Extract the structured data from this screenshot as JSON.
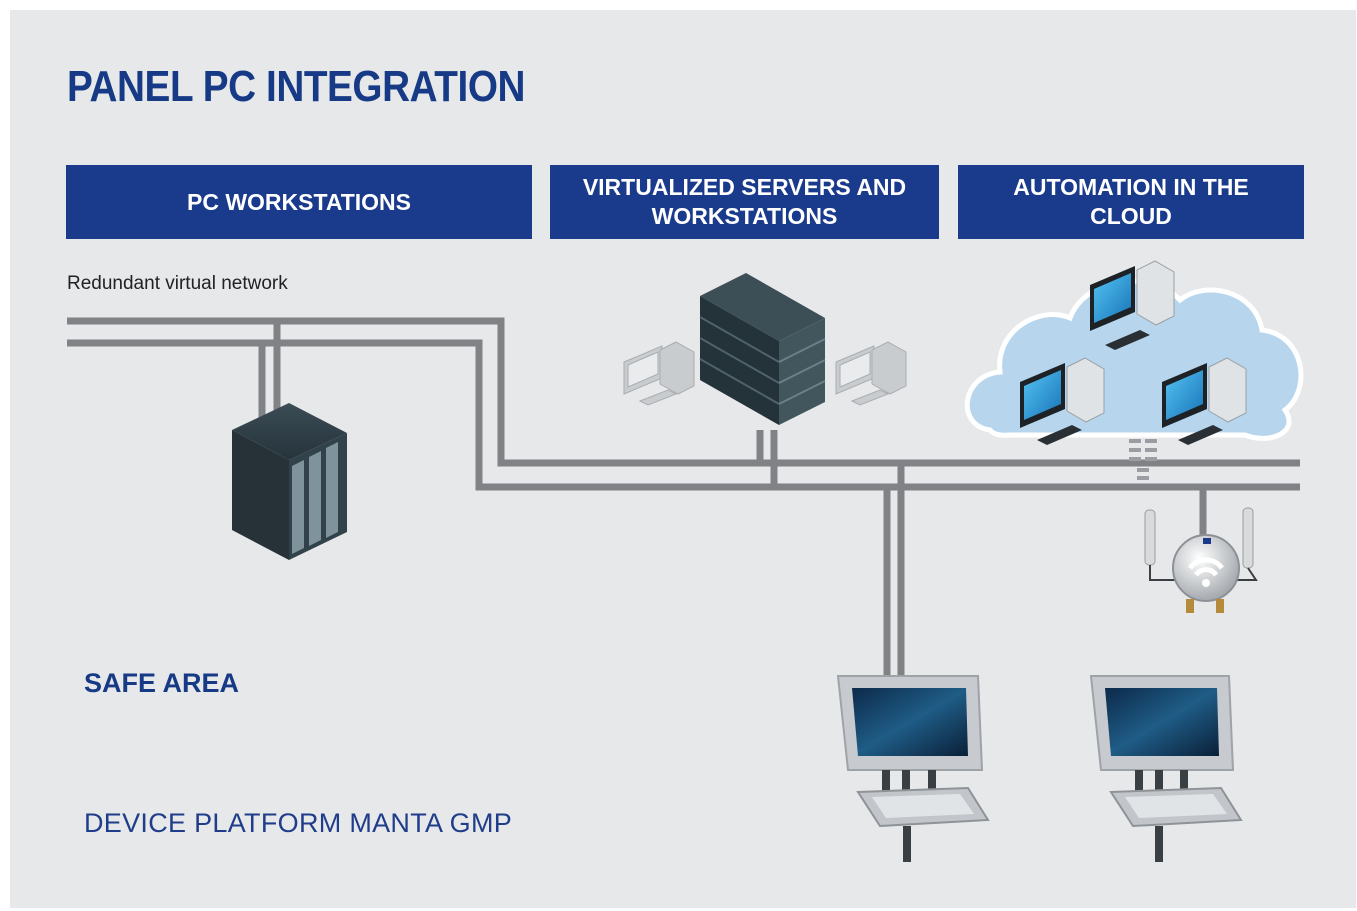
{
  "title": "PANEL PC INTEGRATION",
  "bands": {
    "pc_workstations": "PC WORKSTATIONS",
    "virtualized": "VIRTUALIZED SERVERS AND\nWORKSTATIONS",
    "cloud": "AUTOMATION IN THE CLOUD"
  },
  "network_label": "Redundant virtual network",
  "safe_area": "SAFE AREA",
  "device_platform": "DEVICE PLATFORM MANTA  GMP",
  "colors": {
    "brand_blue": "#1a3a8c",
    "background": "#e7e8ea",
    "network_line": "#808285",
    "cloud_fill": "#b7d6ee"
  }
}
